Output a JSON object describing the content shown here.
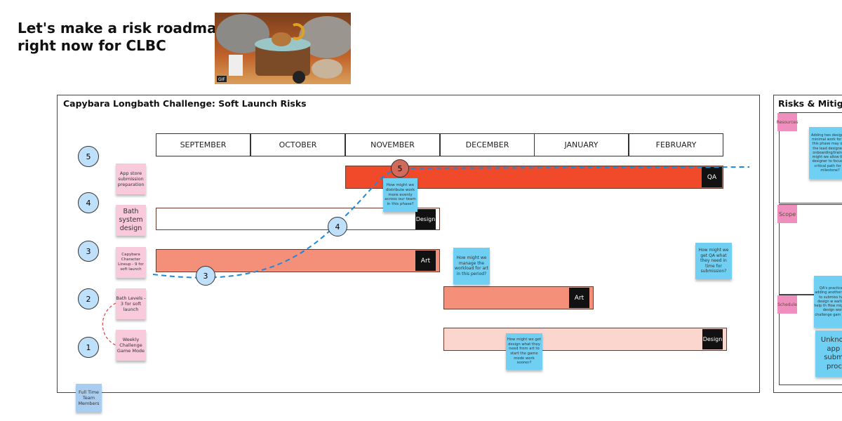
{
  "page_title": "Let's make a risk roadmap\nright now for CLBC",
  "gif_badge": "GIF",
  "board": {
    "title": "Capybara Longbath Challenge: Soft Launch Risks",
    "months": [
      "SEPTEMBER",
      "OCTOBER",
      "NOVEMBER",
      "DECEMBER",
      "JANUARY",
      "FEBRUARY"
    ],
    "levels": [
      "5",
      "4",
      "3",
      "2",
      "1"
    ],
    "row_labels": [
      "App store submission preparation",
      "Bath system design",
      "Capybara Character Lineup - 9 for soft launch",
      "Bath Levels - 3 for soft launch",
      "Weekly Challenge Game Mode"
    ],
    "bars": [
      {
        "label": "QA",
        "color": "#f04a2a",
        "start": "NOVEMBER",
        "end": "FEBRUARY"
      },
      {
        "label": "Design",
        "color": "#ffffff",
        "start": "SEPTEMBER",
        "end": "NOVEMBER"
      },
      {
        "label": "Art",
        "color": "#f4907a",
        "start": "SEPTEMBER",
        "end": "NOVEMBER"
      },
      {
        "label": "Art",
        "color": "#f4907a",
        "start": "DECEMBER",
        "end": "JANUARY"
      },
      {
        "label": "Design",
        "color": "#fad6cf",
        "start": "DECEMBER",
        "end": "FEBRUARY"
      }
    ],
    "risk_markers": [
      "3",
      "4",
      "5"
    ],
    "questions": [
      "How might we distribute work more evenly across our team in this phase?",
      "How might we manage the workload for art in this period?",
      "How might we get QA what they need in time for submission?",
      "How might we get design what they need from art to start the game mode work sooner?"
    ],
    "legend": "Full Time Team Members"
  },
  "risks": {
    "title": "Risks & Mitigat",
    "categories": [
      "Resources",
      "Scope",
      "Schedule"
    ],
    "notes": [
      "Adding two designers minimal work for the this phase may over the lead designer w onboarding/training might we allow the l designer to focus on critical path for th milestone?",
      "QA's practices wil adding another p close to submiss having design w earlier will help th How might we c design work s challenge gam earlier?",
      "Unkno in app s submis proce"
    ]
  },
  "colors": {
    "line": "#1e88d8",
    "risk_bar": "#f04a2a",
    "art_bar": "#f4907a",
    "pink_sticky": "#f9c9dc",
    "blue_sticky": "#6fd0f4"
  }
}
